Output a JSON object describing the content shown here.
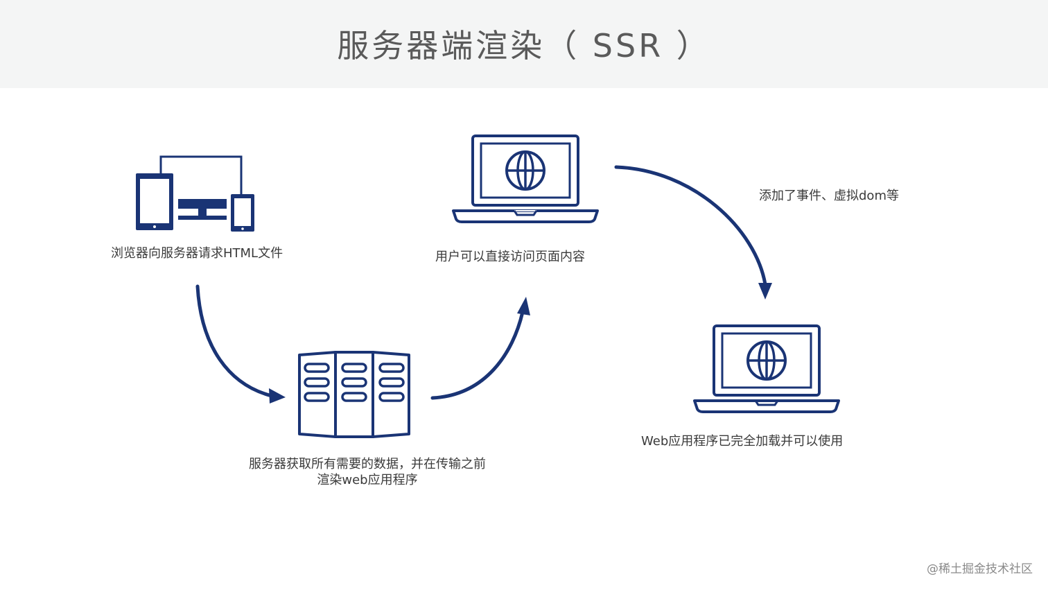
{
  "title": "服务器端渲染（ SSR ）",
  "steps": {
    "browser_request": "浏览器向服务器请求HTML文件",
    "server_render_line1": "服务器获取所有需要的数据，并在传输之前",
    "server_render_line2": "渲染web应用程序",
    "user_access": "用户可以直接访问页面内容",
    "hydrate_note": "添加了事件、虚拟dom等",
    "app_loaded": "Web应用程序已完全加载并可以使用"
  },
  "watermark": "@稀土掘金技术社区",
  "colors": {
    "accent": "#1a3475",
    "header_bg": "#f4f5f5"
  },
  "icons": [
    "devices-icon",
    "laptop-globe-icon",
    "server-icon",
    "laptop-globe-icon",
    "arrow-icon"
  ]
}
